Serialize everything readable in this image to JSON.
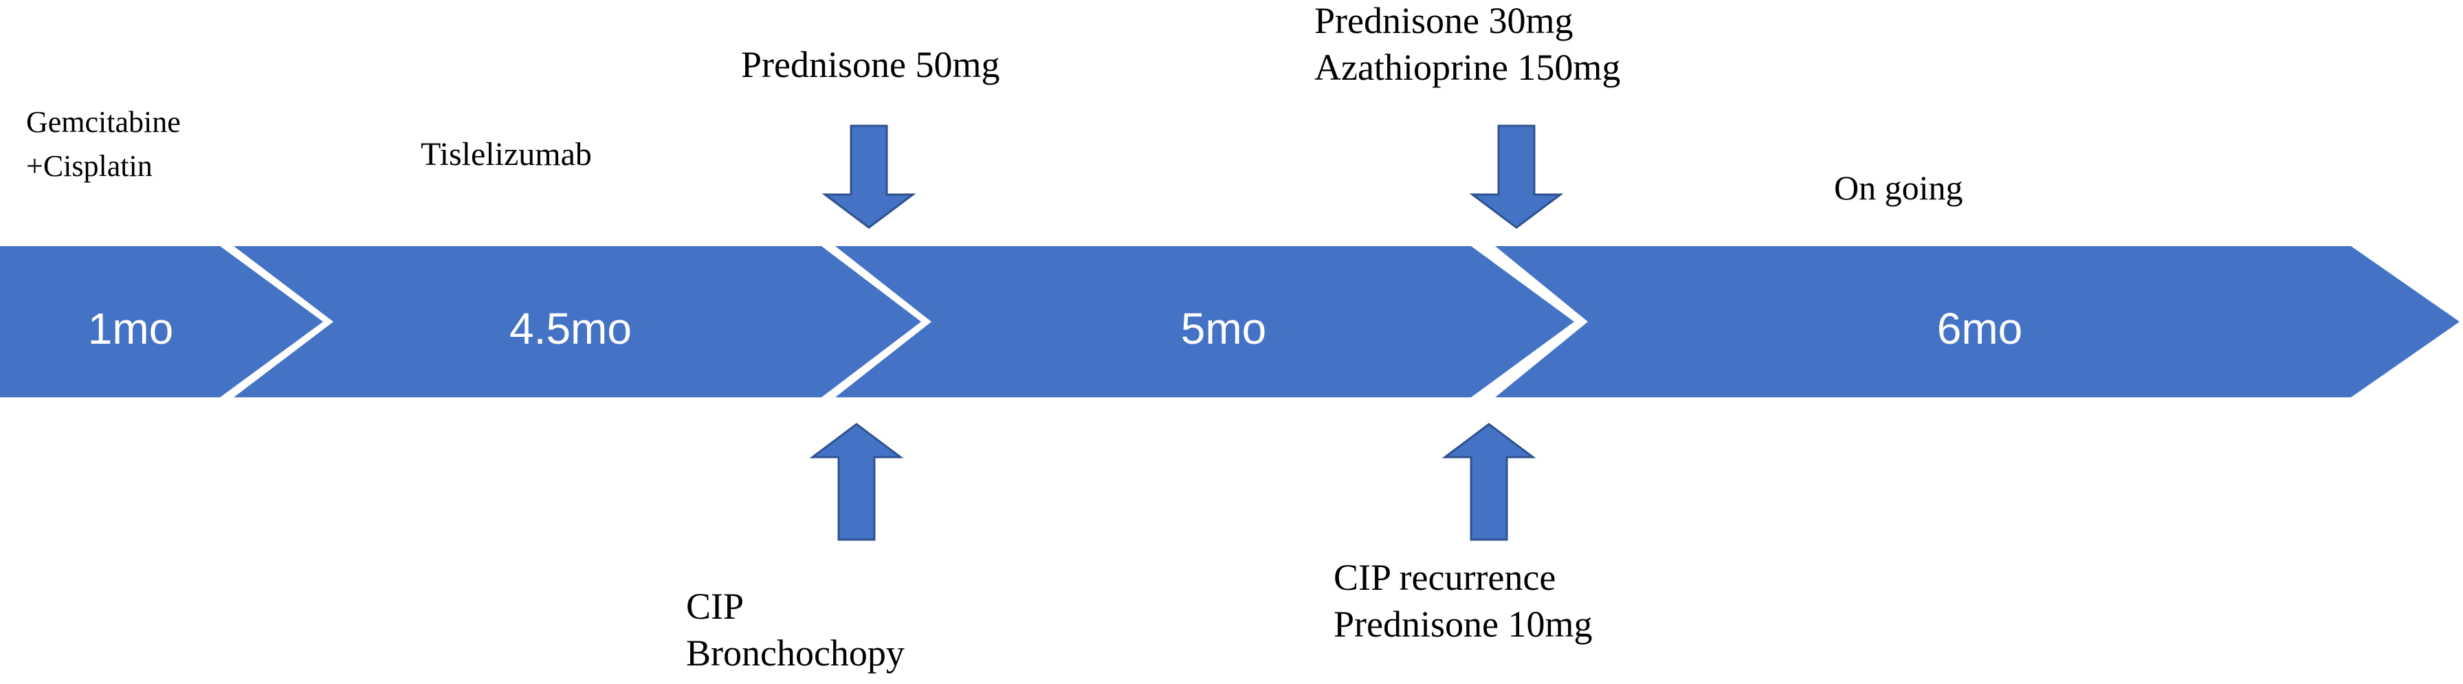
{
  "colors": {
    "segment_fill": "#4472C4",
    "arrow_fill": "#4472C4",
    "arrow_stroke": "#2F528F",
    "background": "#FFFFFF",
    "segment_text": "#FFFFFF",
    "label_text": "#000000"
  },
  "segments": [
    {
      "id": "seg-1",
      "duration": "1mo",
      "label": [
        "Gemcitabine",
        "+Cisplatin"
      ]
    },
    {
      "id": "seg-2",
      "duration": "4.5mo",
      "label": [
        "Tislelizumab"
      ]
    },
    {
      "id": "seg-3",
      "duration": "5mo",
      "label": []
    },
    {
      "id": "seg-4",
      "duration": "6mo",
      "label": [
        "On going"
      ]
    }
  ],
  "events": {
    "top": [
      {
        "id": "top-1",
        "lines": [
          "Prednisone 50mg"
        ],
        "icon": "arrow-down-icon"
      },
      {
        "id": "top-2",
        "lines": [
          "Prednisone 30mg",
          "Azathioprine 150mg"
        ],
        "icon": "arrow-down-icon"
      }
    ],
    "bottom": [
      {
        "id": "bottom-1",
        "lines": [
          "CIP",
          "Bronchochopy"
        ],
        "icon": "arrow-up-icon"
      },
      {
        "id": "bottom-2",
        "lines": [
          "CIP recurrence",
          "Prednisone 10mg"
        ],
        "icon": "arrow-up-icon"
      }
    ]
  }
}
